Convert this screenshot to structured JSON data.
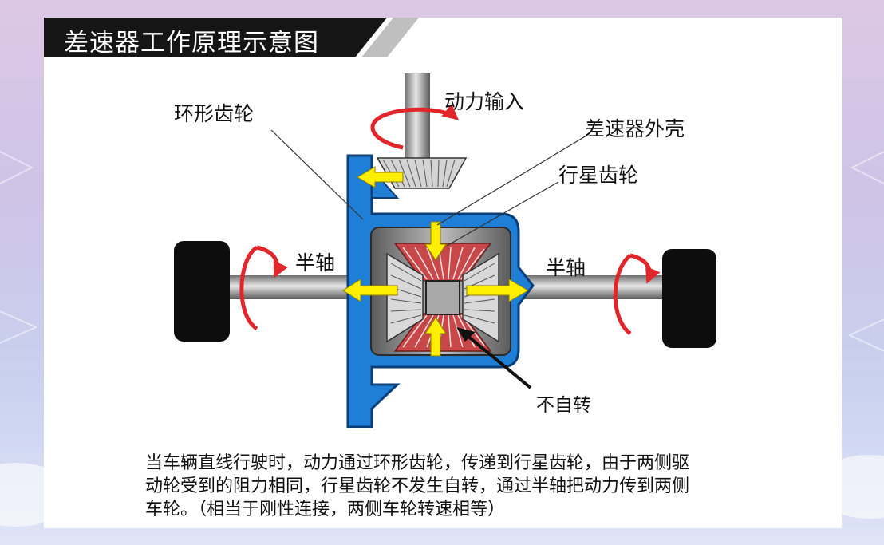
{
  "title": "差速器工作原理示意图",
  "labels": {
    "ring_gear": "环形齿轮",
    "power_input": "动力输入",
    "diff_case": "差速器外壳",
    "planet_gear": "行星齿轮",
    "half_shaft_left": "半轴",
    "half_shaft_right": "半轴",
    "no_rotation": "不自转"
  },
  "caption": {
    "line1": "当车辆直线行驶时，动力通过环形齿轮，传递到行星齿轮，由于两侧驱",
    "line2": "动轮受到的阻力相同，行星齿轮不发生自转，通过半轴把动力传到两侧",
    "line3": "车轮。（相当于刚性连接，两侧车轮转速相等）"
  },
  "colors": {
    "case_blue": "#1f7fd6",
    "arrow_yellow": "#ffee00",
    "rotation_red": "#e0262b",
    "gear_red": "#c8484a",
    "title_bg": "#151515"
  }
}
